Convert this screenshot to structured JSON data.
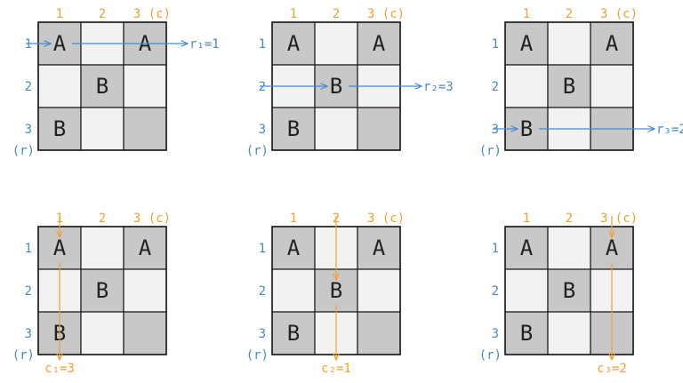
{
  "colors": {
    "dark_cell": "#c8c8c8",
    "light_cell": "#f2f2f2",
    "grid_line": "#1a1a1a",
    "row_label": "#4a8ac9",
    "col_label": "#f0a030",
    "text": "#222222"
  },
  "col_headers": [
    "1",
    "2",
    "3 (c)"
  ],
  "row_headers": [
    "1",
    "2",
    "3"
  ],
  "row_axis_label": "(r)",
  "grid": [
    [
      {
        "letter": "A",
        "shade": "dark"
      },
      {
        "letter": "",
        "shade": "light"
      },
      {
        "letter": "A",
        "shade": "dark"
      }
    ],
    [
      {
        "letter": "",
        "shade": "light"
      },
      {
        "letter": "B",
        "shade": "dark"
      },
      {
        "letter": "",
        "shade": "light"
      }
    ],
    [
      {
        "letter": "B",
        "shade": "dark"
      },
      {
        "letter": "",
        "shade": "light"
      },
      {
        "letter": "",
        "shade": "dark"
      }
    ]
  ],
  "panels": [
    {
      "kind": "row",
      "index": 0,
      "result": "r₁=1"
    },
    {
      "kind": "row",
      "index": 1,
      "result": "r₂=3"
    },
    {
      "kind": "row",
      "index": 2,
      "result": "r₃=2"
    },
    {
      "kind": "col",
      "index": 0,
      "result": "c₁=3"
    },
    {
      "kind": "col",
      "index": 1,
      "result": "c₂=1"
    },
    {
      "kind": "col",
      "index": 2,
      "result": "c₃=2"
    }
  ]
}
